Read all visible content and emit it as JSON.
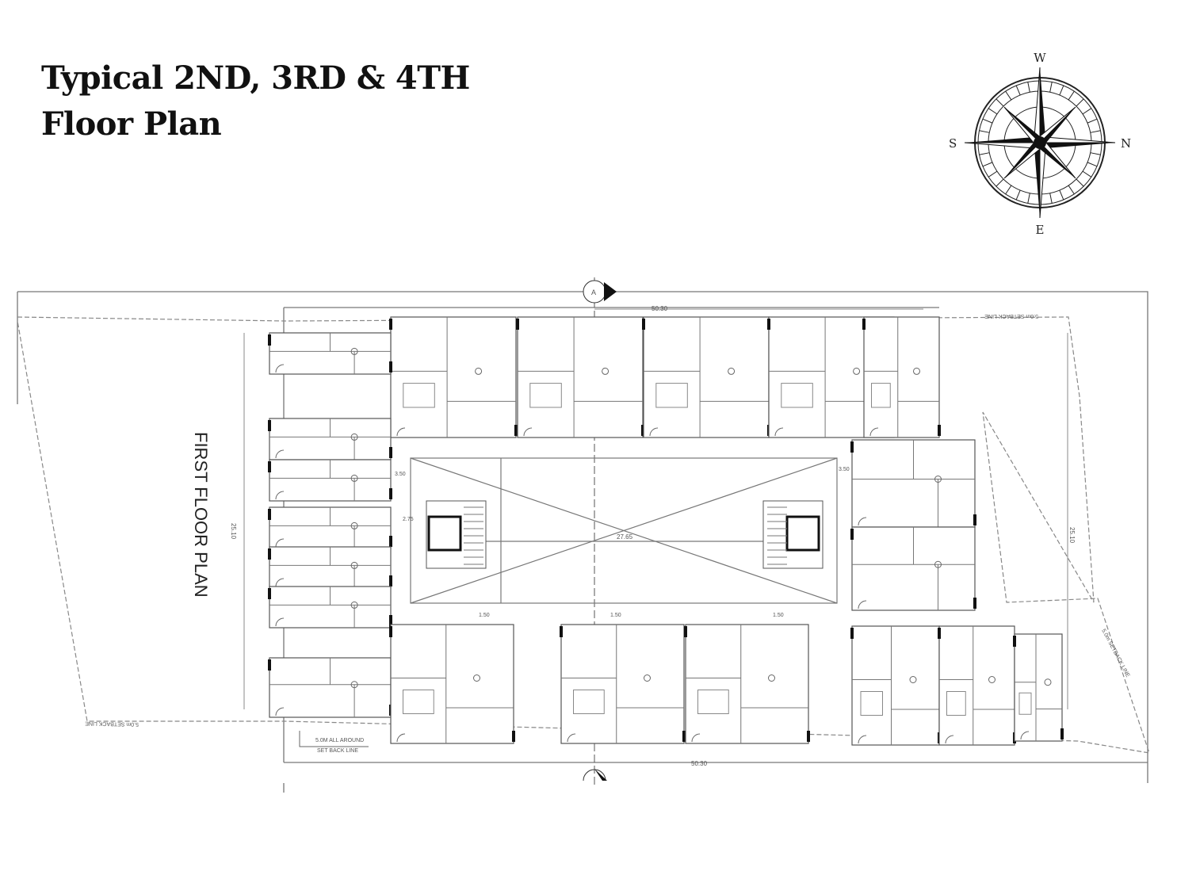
{
  "title": {
    "line1": "Typical 2ND, 3RD & 4TH",
    "line2": "Floor Plan"
  },
  "compass": {
    "top": "W",
    "right": "N",
    "bottom": "E",
    "left": "S"
  },
  "plan": {
    "label": "FIRST FLOOR PLAN",
    "section_marker": "A",
    "top_dimension": "50.30",
    "bottom_dimension": "50.30",
    "left_dimension": "25.10",
    "right_dimension": "25.10",
    "courtyard_dimension": "27.65",
    "dims": [
      "1.50",
      "1.50",
      "1.50",
      "3.50",
      "3.50",
      "2.75"
    ],
    "setback_top": "5.0m SETBACK LINE",
    "setback_bottom": "5.0m SETBACK LINE",
    "setback_right": "5.0m SETBACK LINE",
    "setback_note_1": "5.0M ALL AROUND",
    "setback_note_2": "SET BACK LINE"
  },
  "colors": {
    "line": "#6a6a6a",
    "wall": "#111111"
  }
}
